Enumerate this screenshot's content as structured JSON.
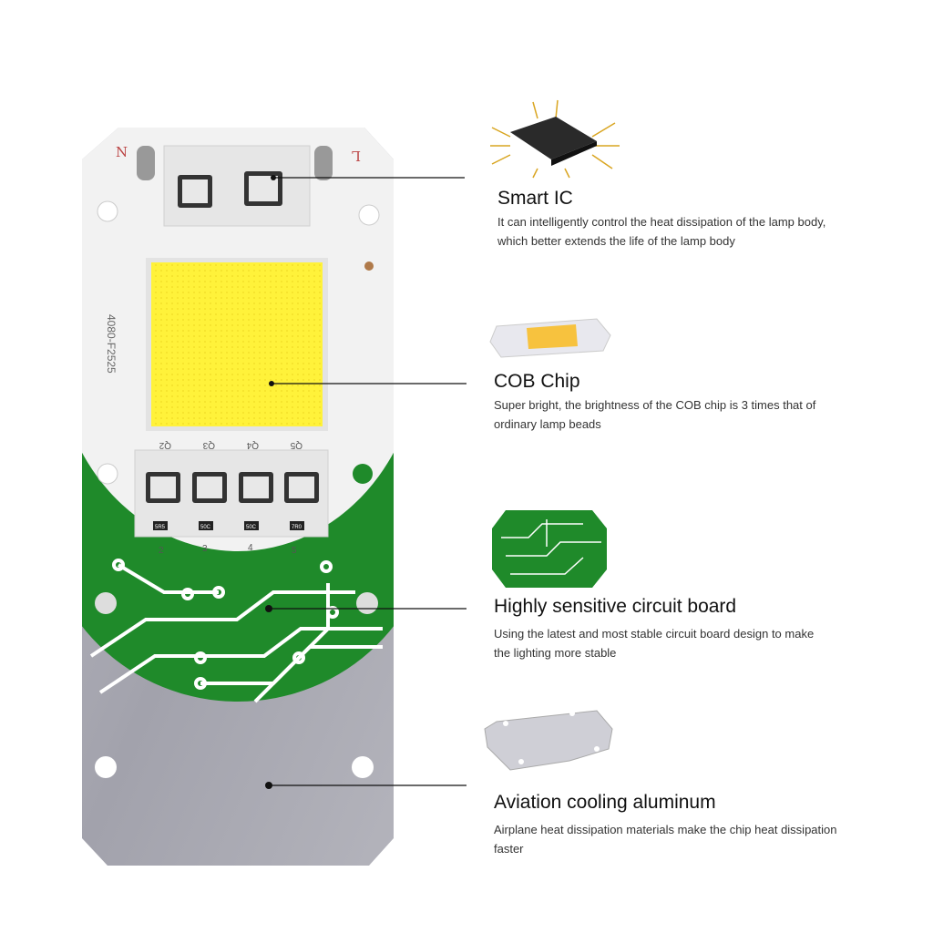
{
  "board": {
    "pin_n": "N",
    "pin_l": "L",
    "model": "4080-F2525",
    "chip_labels": [
      "Q2",
      "Q3",
      "Q4",
      "Q5"
    ],
    "resistor_labels": [
      "2",
      "3",
      "4",
      "5"
    ],
    "resistor_codes": [
      "5R5",
      "50C",
      "50C",
      "7R0"
    ]
  },
  "features": [
    {
      "title": "Smart IC",
      "desc_lines": [
        "It can intelligently control the heat dissipation of the lamp body,",
        "which better extends the life of the lamp body"
      ]
    },
    {
      "title": "COB Chip",
      "desc_lines": [
        "Super bright, the brightness of the COB chip is 3 times that of",
        "ordinary lamp beads"
      ]
    },
    {
      "title": "Highly sensitive circuit board",
      "desc_lines": [
        "Using the latest and most stable circuit board design to make",
        "the lighting more stable"
      ]
    },
    {
      "title": "Aviation cooling aluminum",
      "desc_lines": [
        "Airplane heat dissipation materials make the chip heat dissipation",
        "faster"
      ]
    }
  ],
  "colors": {
    "pcb_green": "#1f8a2a",
    "cob_yellow": "#fff23a",
    "aluminum": "#a9a9b3",
    "board_white": "#f2f2f2"
  }
}
